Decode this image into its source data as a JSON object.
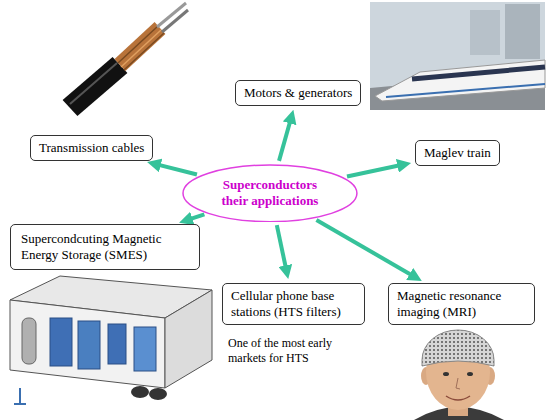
{
  "diagram": {
    "nodes": [
      {
        "text": [
          "Motors & generators"
        ]
      },
      {
        "text": [
          "Transmission cables"
        ]
      },
      {
        "text": [
          "Maglev train"
        ]
      },
      {
        "text": [
          "Superconductors their applications"
        ]
      },
      {
        "text": [
          "Supercondcuting Magnetic Energy Storage (SMES)"
        ]
      },
      {
        "text": [
          "Cellular phone base stations (HTS filters)"
        ]
      },
      {
        "text": [
          "Magnetic resonance imaging (MRI)"
        ]
      }
    ],
    "edges": [
      {
        "from": 3,
        "to": 0,
        "arrow": "to"
      },
      {
        "from": 3,
        "to": 1,
        "arrow": "to"
      },
      {
        "from": 3,
        "to": 2,
        "arrow": "to"
      },
      {
        "from": 3,
        "to": 4,
        "arrow": "to"
      },
      {
        "from": 3,
        "to": 5,
        "arrow": "to"
      },
      {
        "from": 3,
        "to": 6,
        "arrow": "to"
      }
    ],
    "labels": [
      "One of the most early markets for HTS"
    ]
  }
}
